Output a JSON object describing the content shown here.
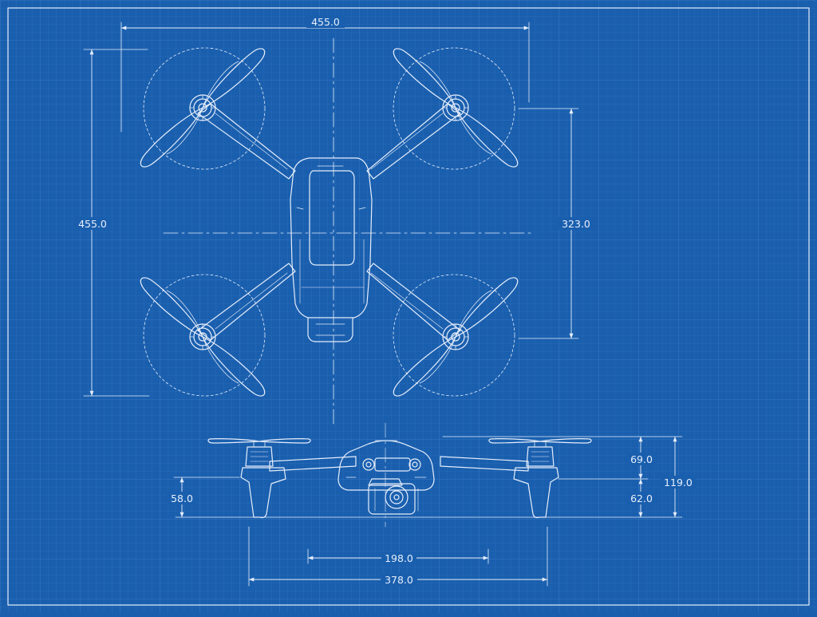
{
  "colors": {
    "paper": "#1a5fae",
    "line": "#e6eefb",
    "grid": "#3a7ac4"
  },
  "top_view": {
    "width_label": "455.0",
    "height_label": "455.0",
    "motor_spacing_label": "323.0"
  },
  "front_view": {
    "upper_height_label": "69.0",
    "total_height_label": "119.0",
    "lower_height_label": "62.0",
    "leg_height_label": "58.0",
    "inner_width_label": "198.0",
    "outer_width_label": "378.0"
  }
}
